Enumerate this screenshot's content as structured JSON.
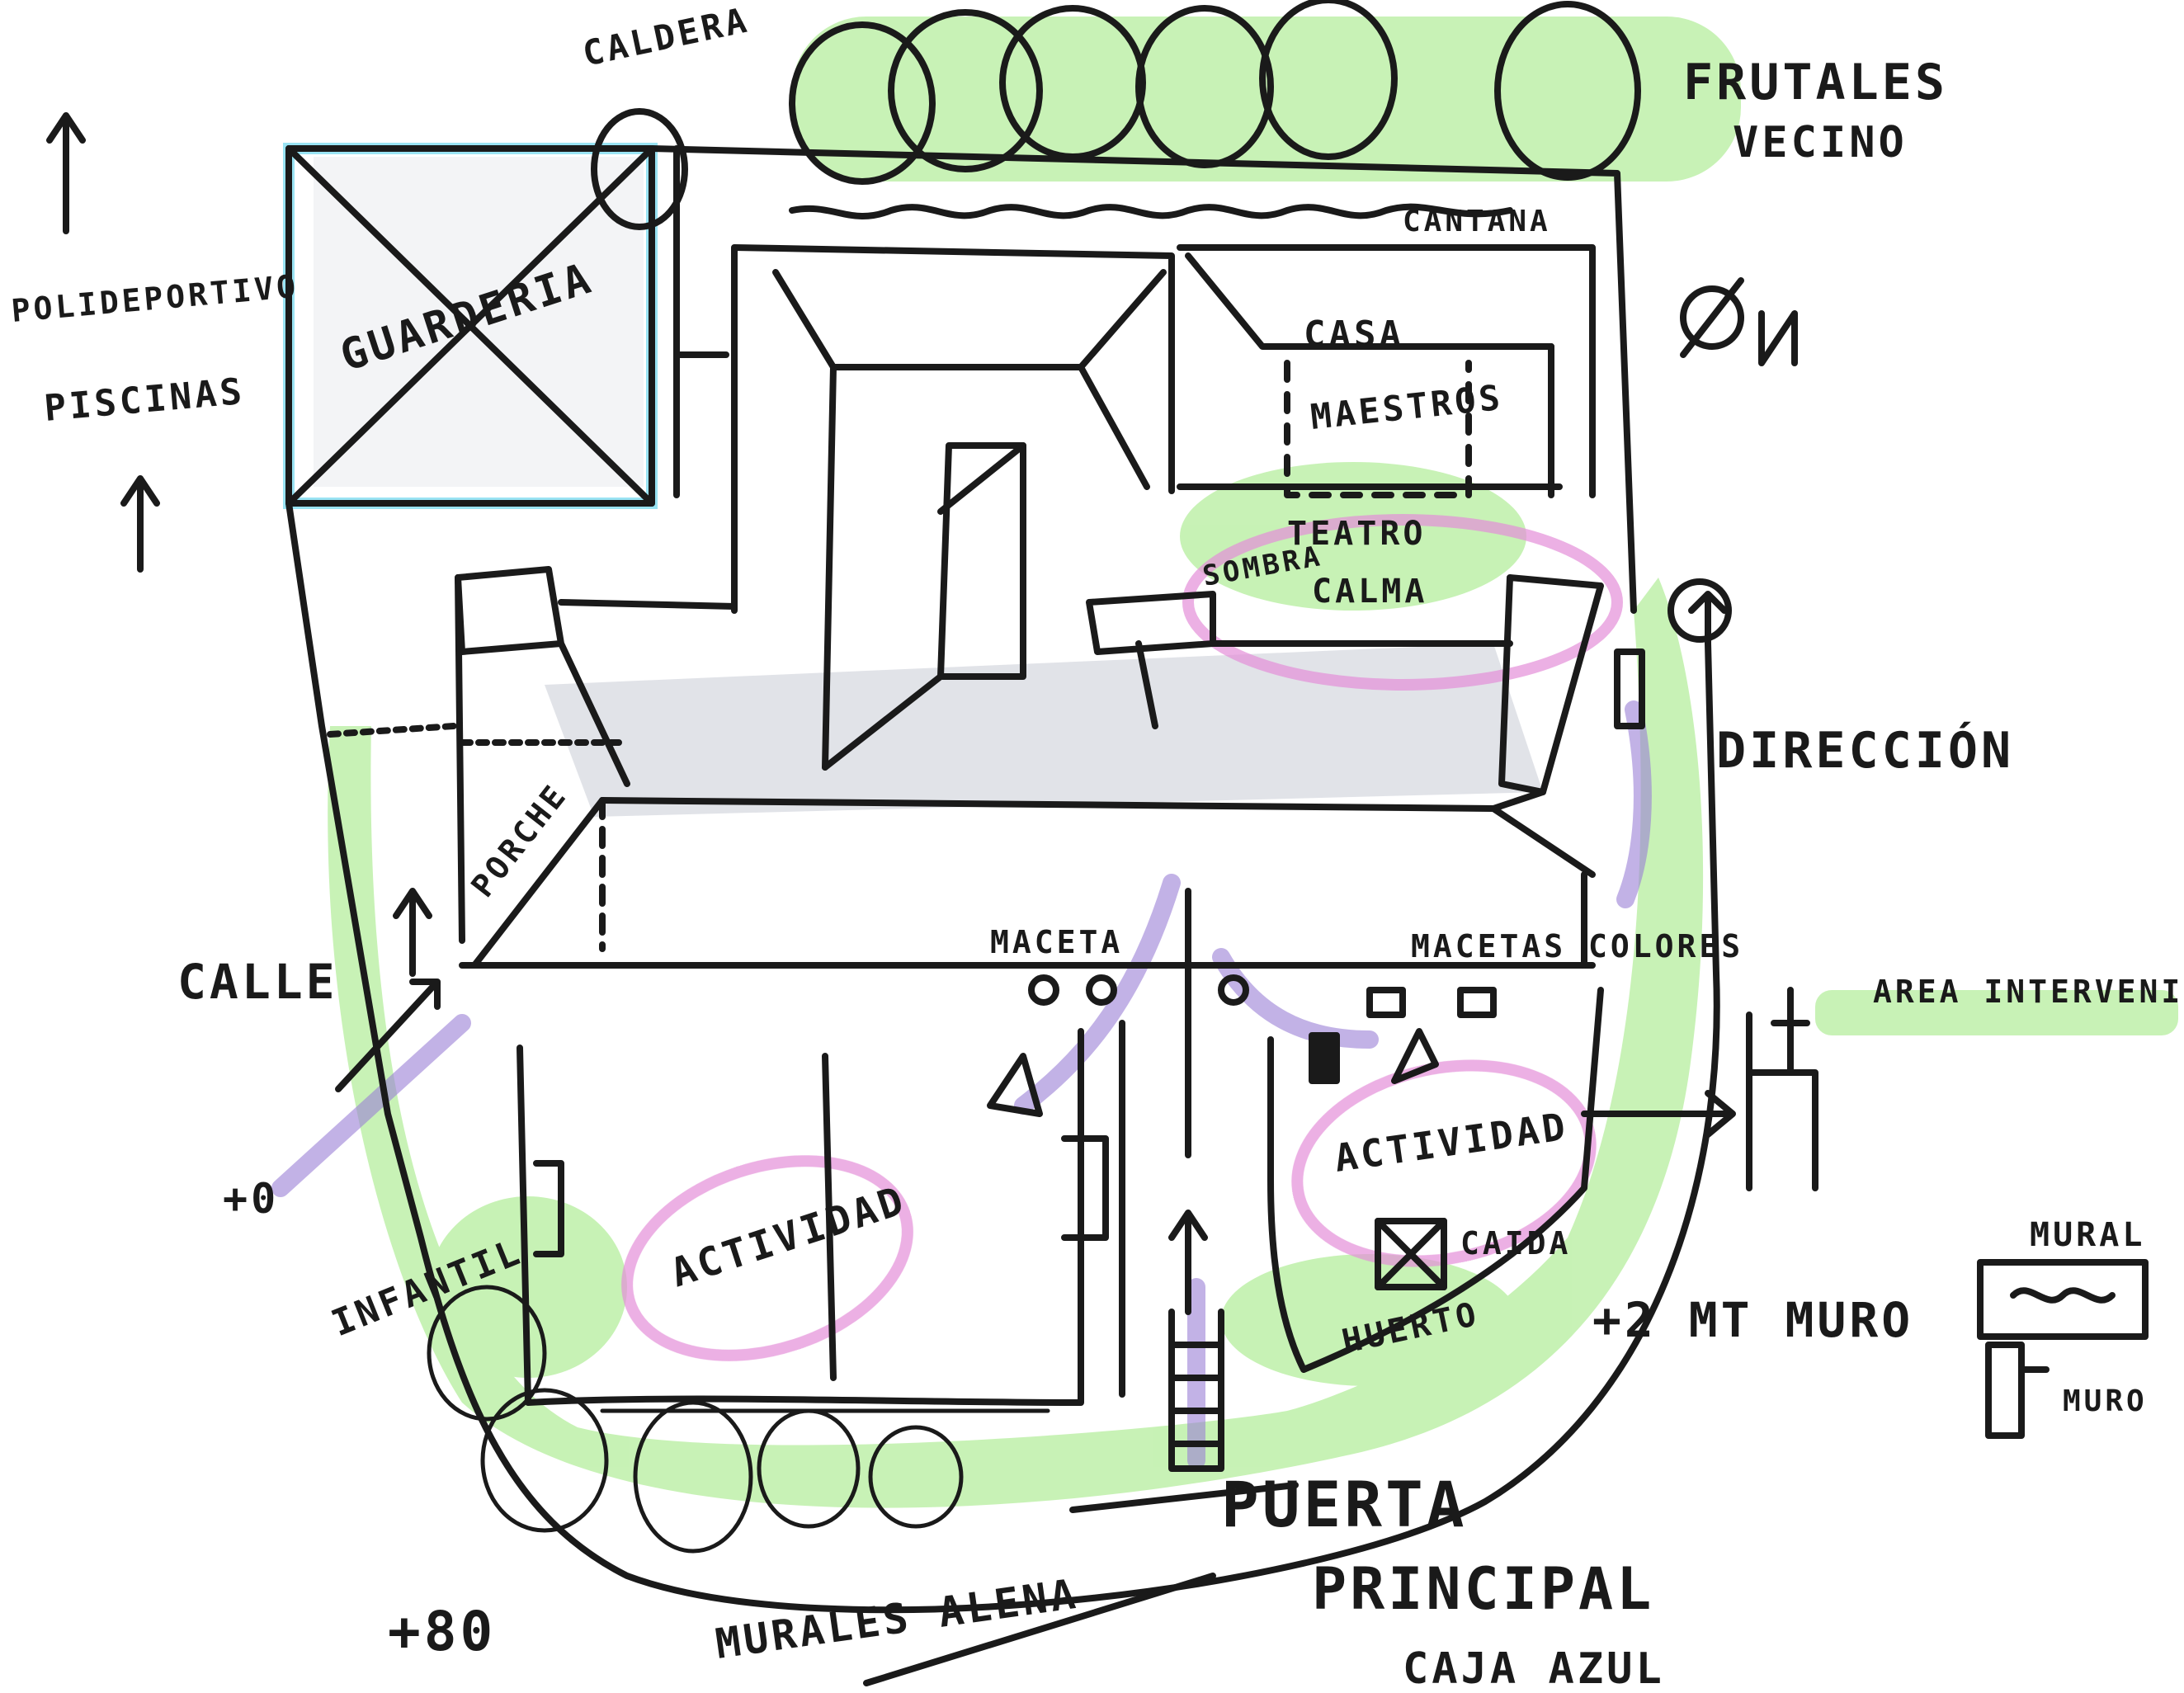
{
  "labels": {
    "caldera": "CALDERA",
    "frutales_vecino_1": "FRUTALES",
    "frutales_vecino_2": "VECINO",
    "polideportivo_1": "POLIDEPORTIVO",
    "polideportivo_2": "PISCINAS",
    "guarderia": "GUARDERIA",
    "cantana": "CANTANA",
    "casa_maestros_1": "CASA",
    "casa_maestros_2": "MAESTROS",
    "teatro": "TEATRO",
    "sombra": "SOMBRA",
    "calma": "CALMA",
    "direccion": "DIRECCIÓN",
    "porche": "PORCHE",
    "calle": "CALLE",
    "maceta": "MACETA",
    "macetas_colores": "MACETAS COLORES",
    "area_intervenir": "AREA INTERVENIR",
    "actividad_left": "ACTIVIDAD",
    "actividad_right": "ACTIVIDAD",
    "caida": "CAIDA",
    "huerto": "HUERTO",
    "infantil": "INFANTIL",
    "mural": "MURAL",
    "muro_2mt": "+2 MT MURO",
    "muro_legend": "MURO",
    "puerta_1": "PUERTA",
    "puerta_2": "PRINCIPAL",
    "caja_azul": "CAJA AZUL",
    "murales_alena": "MURALES ALENA",
    "plus80": "+80",
    "plus0": "+0"
  },
  "colors": {
    "ink": "#1a1a1a",
    "green": "#9be87a",
    "blue": "#7fdcf0",
    "purple": "#9a7fd6",
    "pink": "#e48fd8",
    "gray": "#c9ccd6"
  }
}
